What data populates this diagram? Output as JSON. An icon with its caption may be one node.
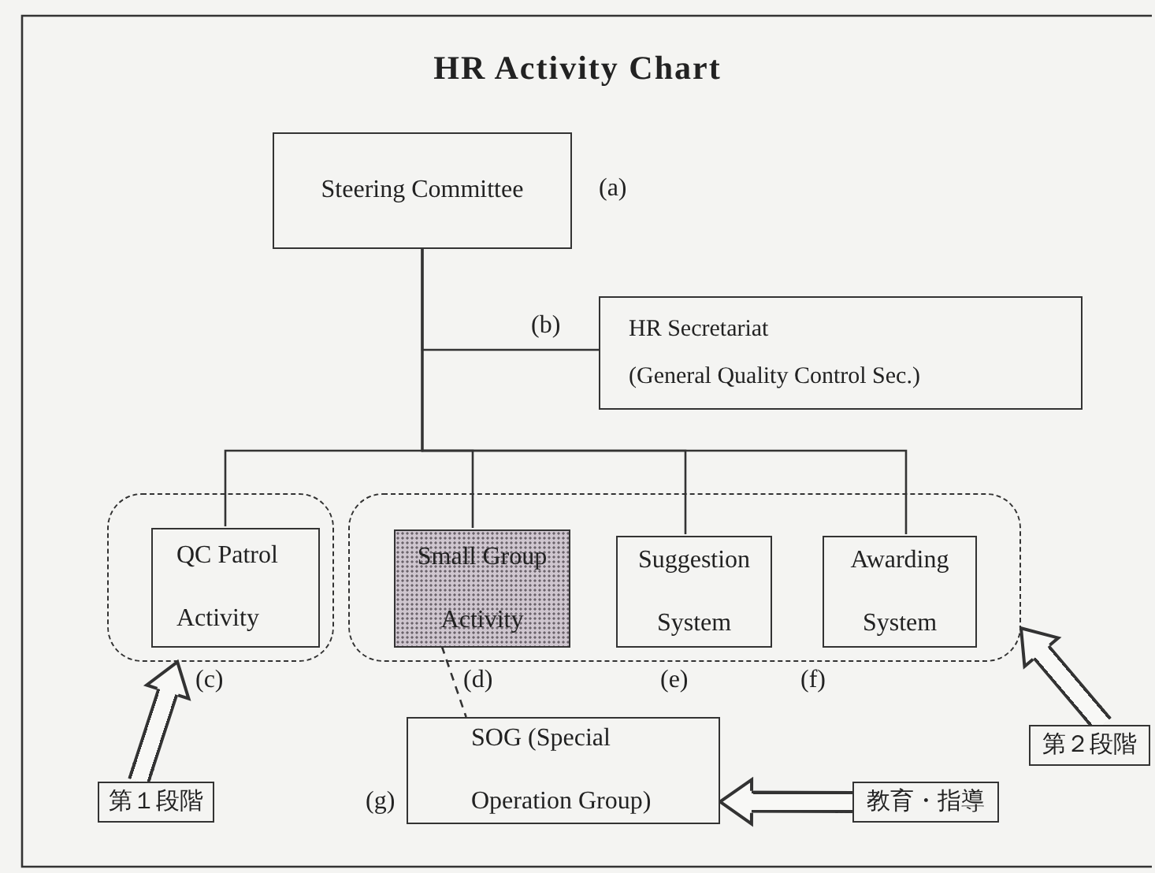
{
  "diagram": {
    "title": "HR Activity Chart",
    "nodes": [
      {
        "text": [
          "Steering Committee"
        ],
        "beside": [
          "(a)"
        ]
      },
      {
        "text": [
          "HR Secretariat",
          "(General Quality Control Sec.)"
        ],
        "beside": [
          "(b)"
        ]
      },
      {
        "text": [],
        "shape": "box"
      },
      {
        "text": [
          "QC Patrol Activity"
        ],
        "in": 2,
        "beside": [
          "(c)"
        ]
      },
      {
        "text": [],
        "shape": "box"
      },
      {
        "text": [
          "Small Group Activity"
        ],
        "in": 4,
        "beside": [
          "(d)"
        ]
      },
      {
        "text": [
          "Suggestion System"
        ],
        "in": 4,
        "beside": [
          "(e)"
        ]
      },
      {
        "text": [
          "Awarding System"
        ],
        "in": 4,
        "beside": [
          "(f)"
        ]
      },
      {
        "text": [
          "SOG (Special Operation Group)"
        ],
        "beside": [
          "(g)"
        ]
      },
      {
        "text": [
          "第１段階"
        ]
      },
      {
        "text": [
          "第２段階"
        ]
      },
      {
        "text": [
          "教育・指導"
        ]
      }
    ],
    "edges": [
      {
        "from": 0,
        "to": 1,
        "arrow": "none"
      },
      {
        "from": 0,
        "to": 3,
        "arrow": "none"
      },
      {
        "from": 0,
        "to": 5,
        "arrow": "none"
      },
      {
        "from": 0,
        "to": 6,
        "arrow": "none"
      },
      {
        "from": 0,
        "to": 7,
        "arrow": "none"
      },
      {
        "from": 5,
        "to": 8,
        "arrow": "none",
        "style": "dashed"
      },
      {
        "from": 9,
        "to": 2,
        "arrow": "to",
        "style": "thick"
      },
      {
        "from": 10,
        "to": 4,
        "arrow": "to",
        "style": "thick"
      },
      {
        "from": 11,
        "to": 8,
        "arrow": "to",
        "style": "thick"
      }
    ]
  }
}
